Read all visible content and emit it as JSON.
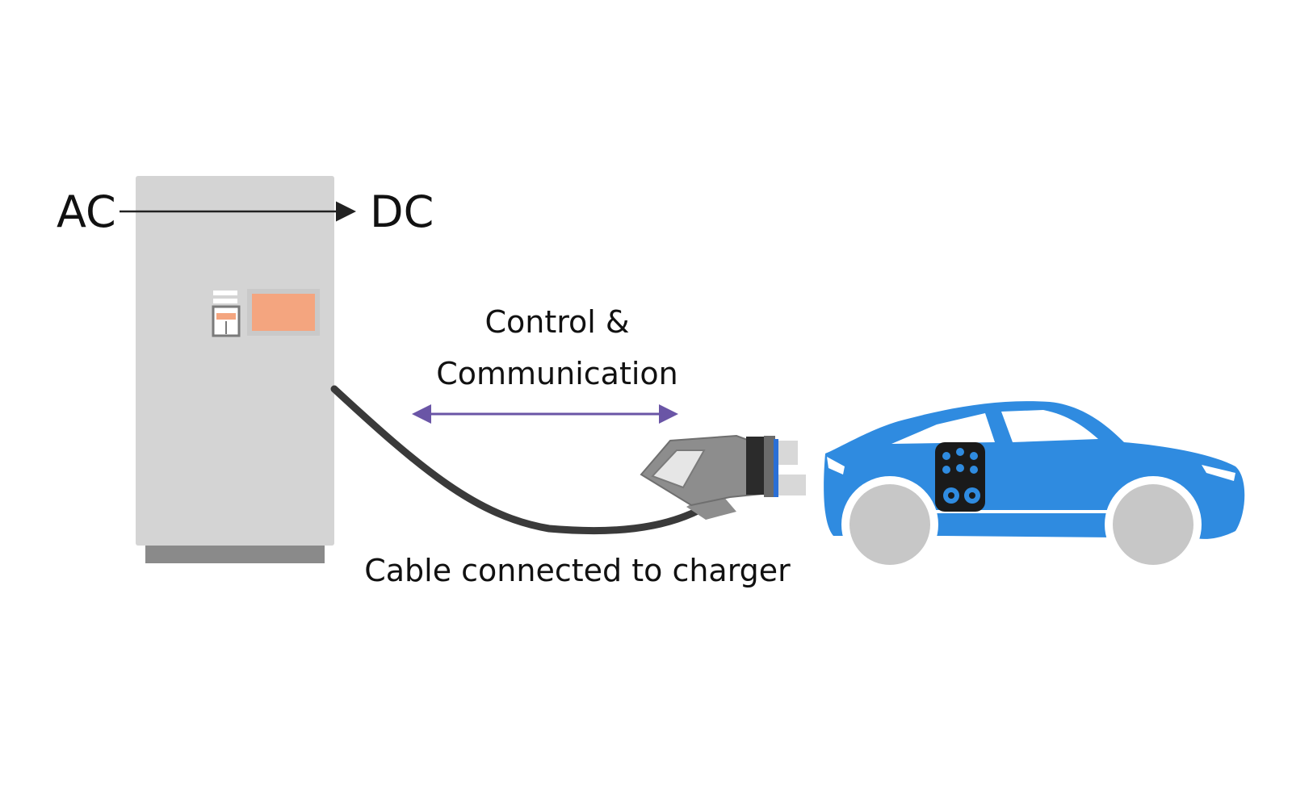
{
  "labels": {
    "input": "AC",
    "output": "DC",
    "control_line1": "Control &",
    "control_line2": "Communication",
    "cable": "Cable connected to charger"
  },
  "colors": {
    "charger_body": "#d4d4d4",
    "charger_base": "#8a8a8a",
    "display": "#f4a57f",
    "cable": "#3a3a3a",
    "plug": "#8d8d8d",
    "plug_accent": "#2a6fd6",
    "arrow_comm": "#6a55a6",
    "car_body": "#2f8be0",
    "wheel": "#c7c7c7",
    "port": "#1a1a1a"
  }
}
